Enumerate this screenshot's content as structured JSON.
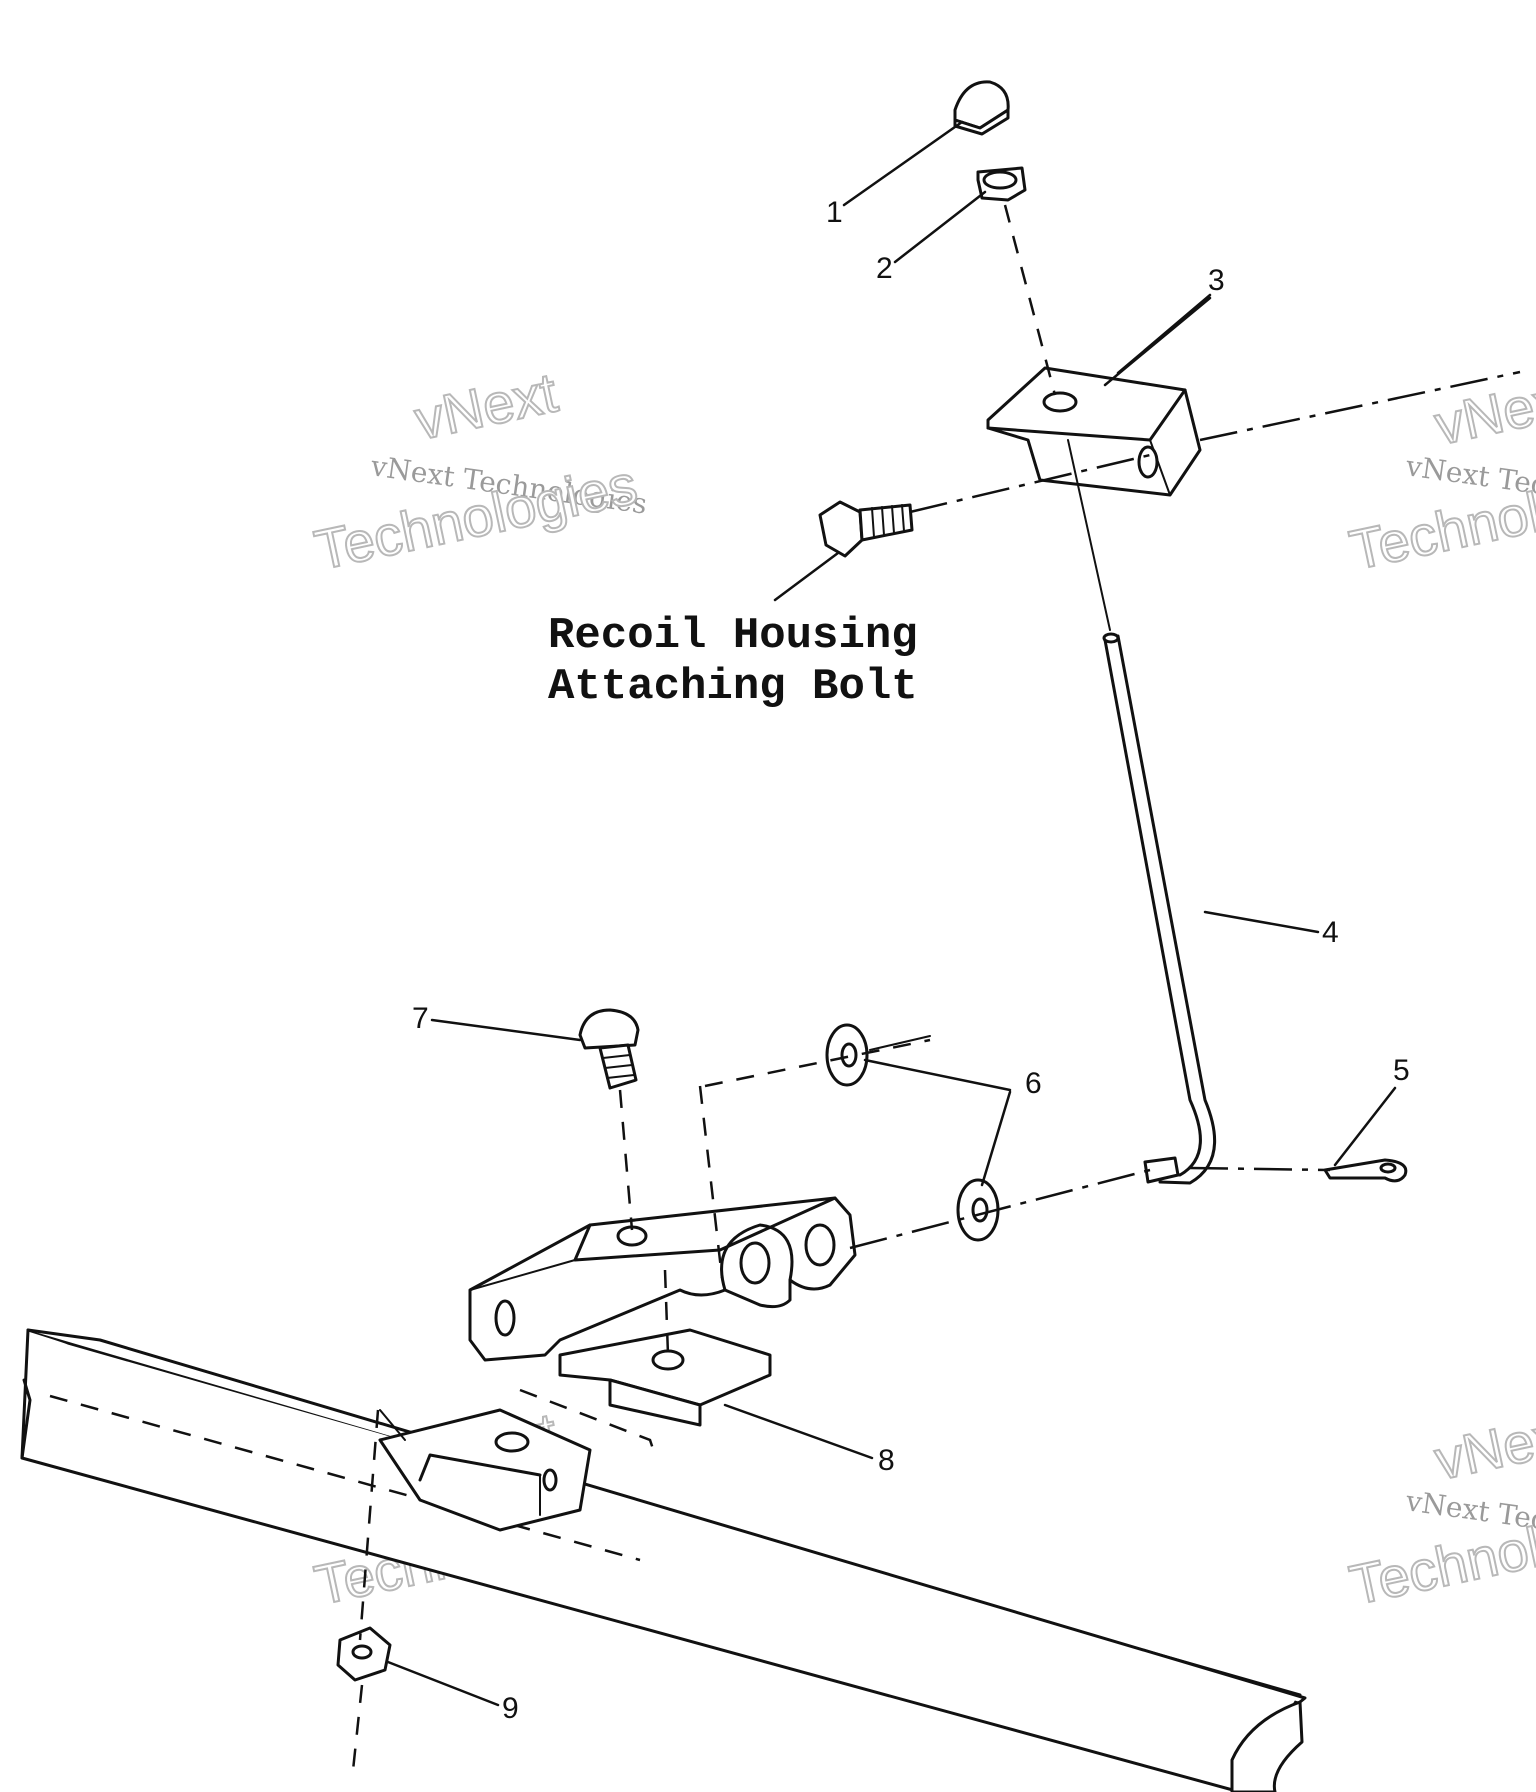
{
  "callouts": [
    "1",
    "2",
    "3",
    "4",
    "5",
    "6",
    "7",
    "8",
    "9"
  ],
  "caption": {
    "line1": "Recoil Housing",
    "line2": "Attaching Bolt"
  },
  "watermark": {
    "line1": "vNext Technologies",
    "line2a": "vNext",
    "line2b": "Technologies"
  }
}
